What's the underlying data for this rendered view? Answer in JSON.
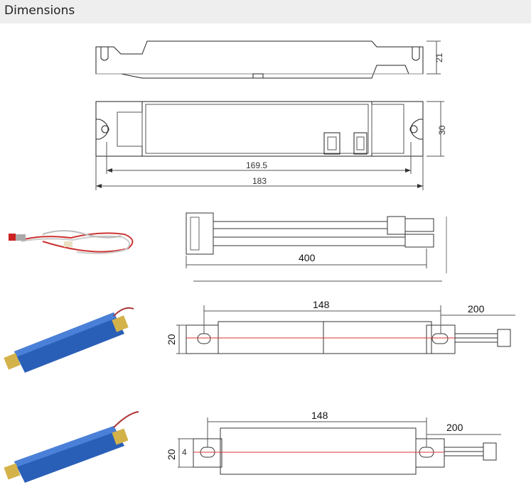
{
  "header": {
    "title": "Dimensions"
  },
  "driver": {
    "height": "21",
    "width": "30",
    "inner_length": "169.5",
    "total_length": "183"
  },
  "cable": {
    "length": "400"
  },
  "battery1": {
    "length": "148",
    "lead": "200",
    "height": "20"
  },
  "battery2": {
    "length": "148",
    "lead": "200",
    "height": "20",
    "hole": "4"
  }
}
